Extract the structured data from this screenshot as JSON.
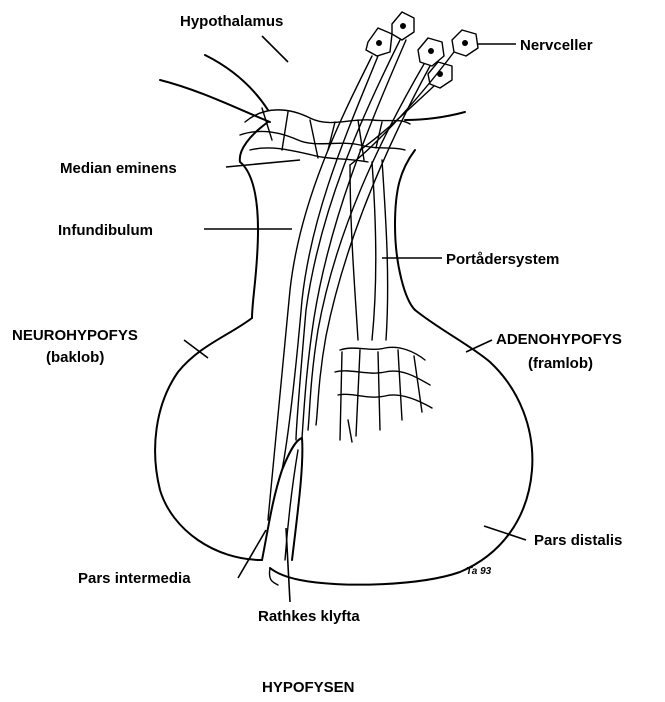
{
  "labels": {
    "hypothalamus": "Hypothalamus",
    "nervceller": "Nervceller",
    "median_eminens": "Median eminens",
    "infundibulum": "Infundibulum",
    "portadersystem": "Portådersystem",
    "neuro_line1": "NEUROHYPOFYS",
    "neuro_line2": "(baklob)",
    "adeno_line1": "ADENOHYPOFYS",
    "adeno_line2": "(framlob)",
    "pars_distalis": "Pars distalis",
    "pars_intermedia": "Pars intermedia",
    "rathkes_klyfta": "Rathkes klyfta"
  },
  "title": "HYPOFYSEN",
  "signature": "Ta 93",
  "colors": {
    "ink": "#000000",
    "background": "#ffffff"
  }
}
